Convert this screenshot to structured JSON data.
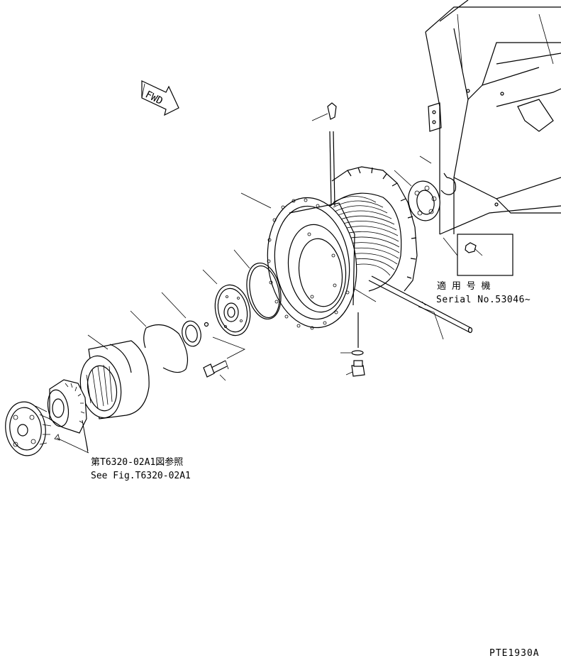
{
  "direction_marker": {
    "label": "FWD"
  },
  "serial_note": {
    "applicable_label_jp": "適 用 号 機",
    "serial_text": "Serial No.53046~"
  },
  "reference_note": {
    "jp": "第T6320-02A1図参照",
    "en": "See Fig.T6320-02A1"
  },
  "figure_code": "PTE1930A"
}
